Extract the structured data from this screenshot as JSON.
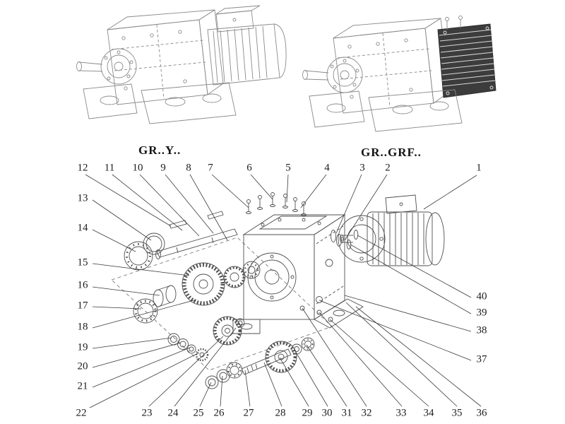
{
  "figure": {
    "type": "exploded-parts-diagram",
    "colors": {
      "line": "#4f4f4f",
      "light_line": "#8a8a8a",
      "leader": "#3a3a3a",
      "text": "#1c1c1c",
      "dark_block": "#3c3c3c"
    }
  },
  "top_views": {
    "left": {
      "label": "GR..Y.."
    },
    "right": {
      "label": "GR..GRF.."
    }
  },
  "exploded_view": {
    "callouts": {
      "top": [
        "12",
        "11",
        "10",
        "9",
        "8",
        "7",
        "6",
        "5",
        "4",
        "3",
        "2",
        "1"
      ],
      "left": [
        "13",
        "14",
        "15",
        "16",
        "17",
        "18",
        "19",
        "20",
        "21",
        "22"
      ],
      "bottom": [
        "23",
        "24",
        "25",
        "26",
        "27",
        "28",
        "29",
        "30",
        "31",
        "32",
        "33",
        "34",
        "35",
        "36"
      ],
      "right": [
        "40",
        "39",
        "38",
        "37"
      ]
    }
  }
}
